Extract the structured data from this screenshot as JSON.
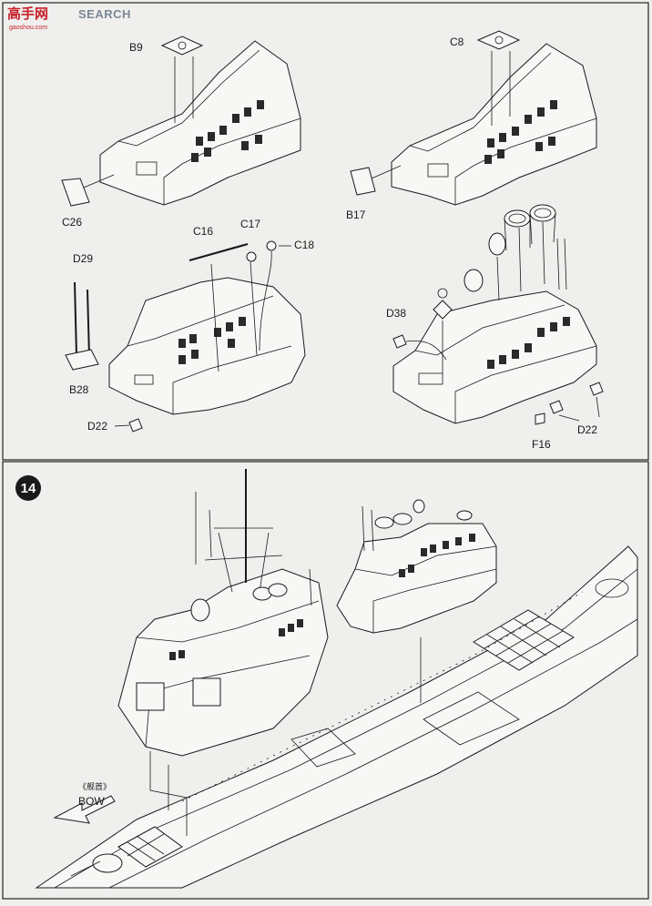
{
  "watermark": {
    "logo": "高手网",
    "name": "SEARCH",
    "site": "gaoshou.com"
  },
  "step": {
    "number": "14"
  },
  "labels": {
    "b9": "B9",
    "c8": "C8",
    "c26": "C26",
    "b17": "B17",
    "c16": "C16",
    "c17": "C17",
    "c18": "C18",
    "d29": "D29",
    "b28": "B28",
    "d22_left": "D22",
    "d38": "D38",
    "d22_right": "D22",
    "f16": "F16"
  },
  "bow": {
    "cn": "《舰首》",
    "en": "BOW"
  }
}
